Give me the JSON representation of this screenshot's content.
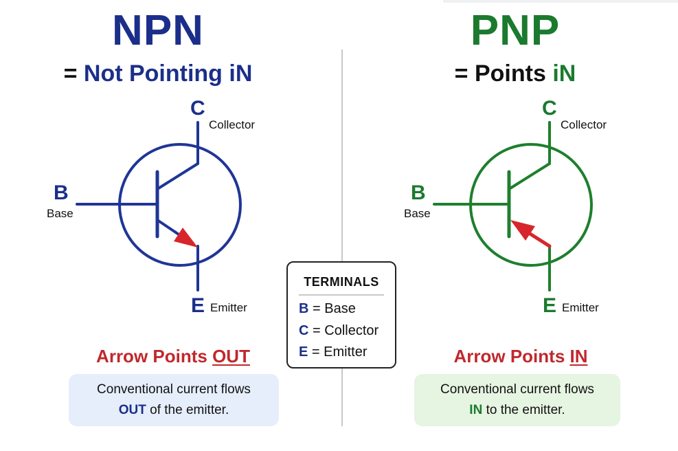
{
  "npn": {
    "title": "NPN",
    "subtitle_prefix": "= ",
    "subtitle_mid": "Not Pointing i",
    "subtitle_end": "N",
    "terminals": {
      "collector_letter": "C",
      "collector_name": "Collector",
      "base_letter": "B",
      "base_name": "Base",
      "emitter_letter": "E",
      "emitter_name": "Emitter"
    },
    "arrow_caption_prefix": "Arrow Points ",
    "arrow_caption_keyword": "OUT",
    "note_line1": "Conventional current flows",
    "note_keyword": "OUT",
    "note_rest": " of the emitter."
  },
  "pnp": {
    "title": "PNP",
    "subtitle_prefix": "= Points ",
    "subtitle_mid": "i",
    "subtitle_end": "N",
    "terminals": {
      "collector_letter": "C",
      "collector_name": "Collector",
      "base_letter": "B",
      "base_name": "Base",
      "emitter_letter": "E",
      "emitter_name": "Emitter"
    },
    "arrow_caption_prefix": "Arrow Points ",
    "arrow_caption_keyword": "IN",
    "note_line1": "Conventional current flows",
    "note_keyword": "IN",
    "note_rest": " to the emitter."
  },
  "legend": {
    "title": "TERMINALS",
    "rows": [
      {
        "key": "B",
        "value": " = Base"
      },
      {
        "key": "C",
        "value": " = Collector"
      },
      {
        "key": "E",
        "value": " = Emitter"
      }
    ]
  },
  "colors": {
    "npn_blue": "#1b2f8a",
    "npn_symbol": "#1f3596",
    "pnp_green": "#1b7a2e",
    "pnp_symbol": "#1e7f2d",
    "arrow_red": "#d7262b",
    "caption_red": "#c0282d",
    "npn_note_bg": "#e6eefb",
    "pnp_note_bg": "#e6f4e2",
    "divider": "#c8c8c8"
  }
}
